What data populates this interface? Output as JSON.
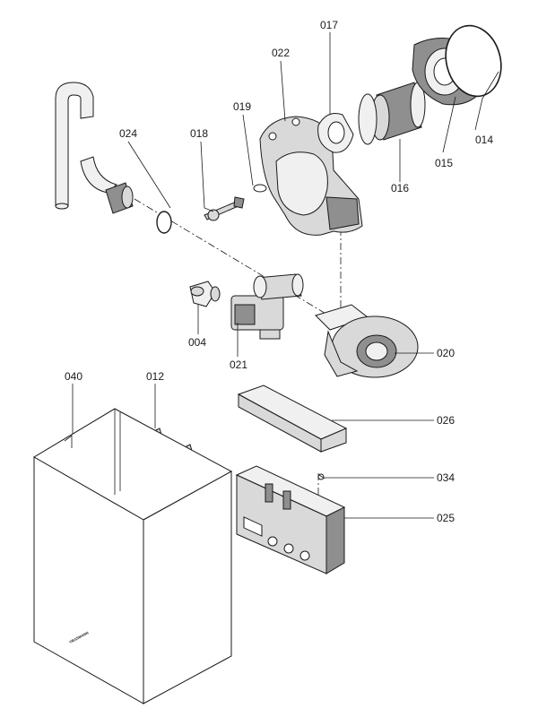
{
  "diagram": {
    "type": "exploded-parts-view",
    "callouts": {
      "p017": "017",
      "p022": "022",
      "p019": "019",
      "p018": "018",
      "p024": "024",
      "p014": "014",
      "p015": "015",
      "p016": "016",
      "p004": "004",
      "p021": "021",
      "p020": "020",
      "p040": "040",
      "p012": "012",
      "p026": "026",
      "p034": "034",
      "p025": "025"
    },
    "brand_mark": "VIESSMANN"
  }
}
